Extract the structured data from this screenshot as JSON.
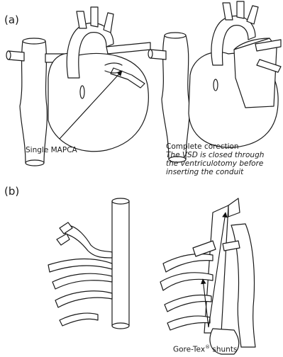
{
  "panels": {
    "a": {
      "label": "(a)",
      "left_caption": "Single MAPCA",
      "right_caption": {
        "title": "Complete corection",
        "line1": "The VSD is closed through",
        "line2": "the ventriculotomy before",
        "line3": "inserting the conduit"
      }
    },
    "b": {
      "label": "(b)",
      "caption_main": "Gore-Tex",
      "caption_sup": "®",
      "caption_tail": " shunts"
    }
  }
}
